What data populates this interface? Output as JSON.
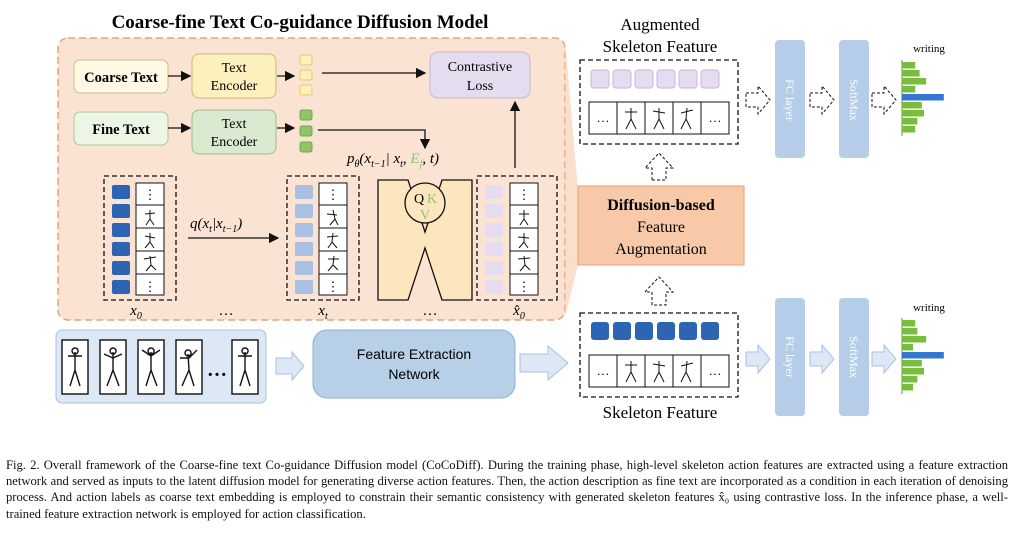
{
  "figure": {
    "title": "Coarse-fine Text Co-guidance Diffusion Model",
    "coarse_text": "Coarse Text",
    "fine_text": "Fine Text",
    "text_encoder_1": [
      "Text",
      "Encoder"
    ],
    "text_encoder_2": [
      "Text",
      "Encoder"
    ],
    "contrastive_loss": [
      "Contrastive",
      "Loss"
    ],
    "forward_process": "q(x",
    "forward_sub": "t",
    "forward_mid": "|x",
    "forward_sub2": "t−1",
    "denoise_label": "p",
    "denoise_theta": "θ",
    "denoise_rest_a": "(x",
    "denoise_sub_a": "t−1",
    "denoise_rest_b": "| x",
    "denoise_sub_b": "t",
    "denoise_ef": "E",
    "denoise_ef_sub": "f",
    "denoise_end": ", t)",
    "qkv": {
      "q": "Q",
      "k": "K",
      "v": "V"
    },
    "x0_label": "x",
    "x0_sub": "0",
    "xt_label": "x",
    "xt_sub": "t",
    "xhat_label": "x̂",
    "xhat_sub": "0",
    "ellipsis_1": "…",
    "ellipsis_2": "…",
    "dots_frame": "⋮",
    "feature_extraction": [
      "Feature Extraction",
      "Network"
    ],
    "skeleton_dots": "…",
    "augmented_feature": [
      "Augmented",
      "Skeleton Feature"
    ],
    "diffusion_aug": [
      "Diffusion-based",
      "Feature",
      "Augmentation"
    ],
    "skeleton_feature": "Skeleton Feature",
    "fc_layer_top": "FC layer",
    "softmax_top": "SoftMax",
    "fc_layer_bottom": "FC layer",
    "softmax_bottom": "SoftMax",
    "writing_top": "writing",
    "writing_bottom": "writing",
    "hist_top": [
      0.3,
      0.4,
      0.55,
      0.3,
      0.95,
      0.45,
      0.5,
      0.35,
      0.3
    ],
    "hist_bottom": [
      0.3,
      0.35,
      0.55,
      0.25,
      0.95,
      0.45,
      0.5,
      0.35,
      0.25
    ]
  },
  "caption": {
    "lines": [
      "Fig. 2.  Overall framework of the Coarse-fine text Co-guidance Diffusion model (CoCoDiff). During the training phase, high-level skeleton action features",
      "are extracted using a feature extraction network and served as inputs to the latent diffusion model for generating diverse action features. Then, the action",
      "description as fine text are incorporated as a condition in each iteration of denoising process. And action labels as coarse text embedding is employed to",
      "constrain their semantic consistency with generated skeleton features x̂₀ using contrastive loss. In the inference phase, a well-trained feature extraction network",
      "is employed for action classification."
    ]
  },
  "colors": {
    "orange_bg": "#fbe3d3",
    "orange_border": "#e7a27c",
    "yellow": "#fdf3c4",
    "green_box": "#e8f3de",
    "green_enc": "#dcebd0",
    "lavender": "#e8dff0",
    "blue_dark": "#2e64b4",
    "blue_light": "#b6c9e4",
    "blue_fe": "#bdd2ea",
    "blue_fc": "#b5cde8",
    "diff_box": "#f7c9a9",
    "hist_green": "#78bd3e",
    "hist_blue": "#3476d1"
  }
}
